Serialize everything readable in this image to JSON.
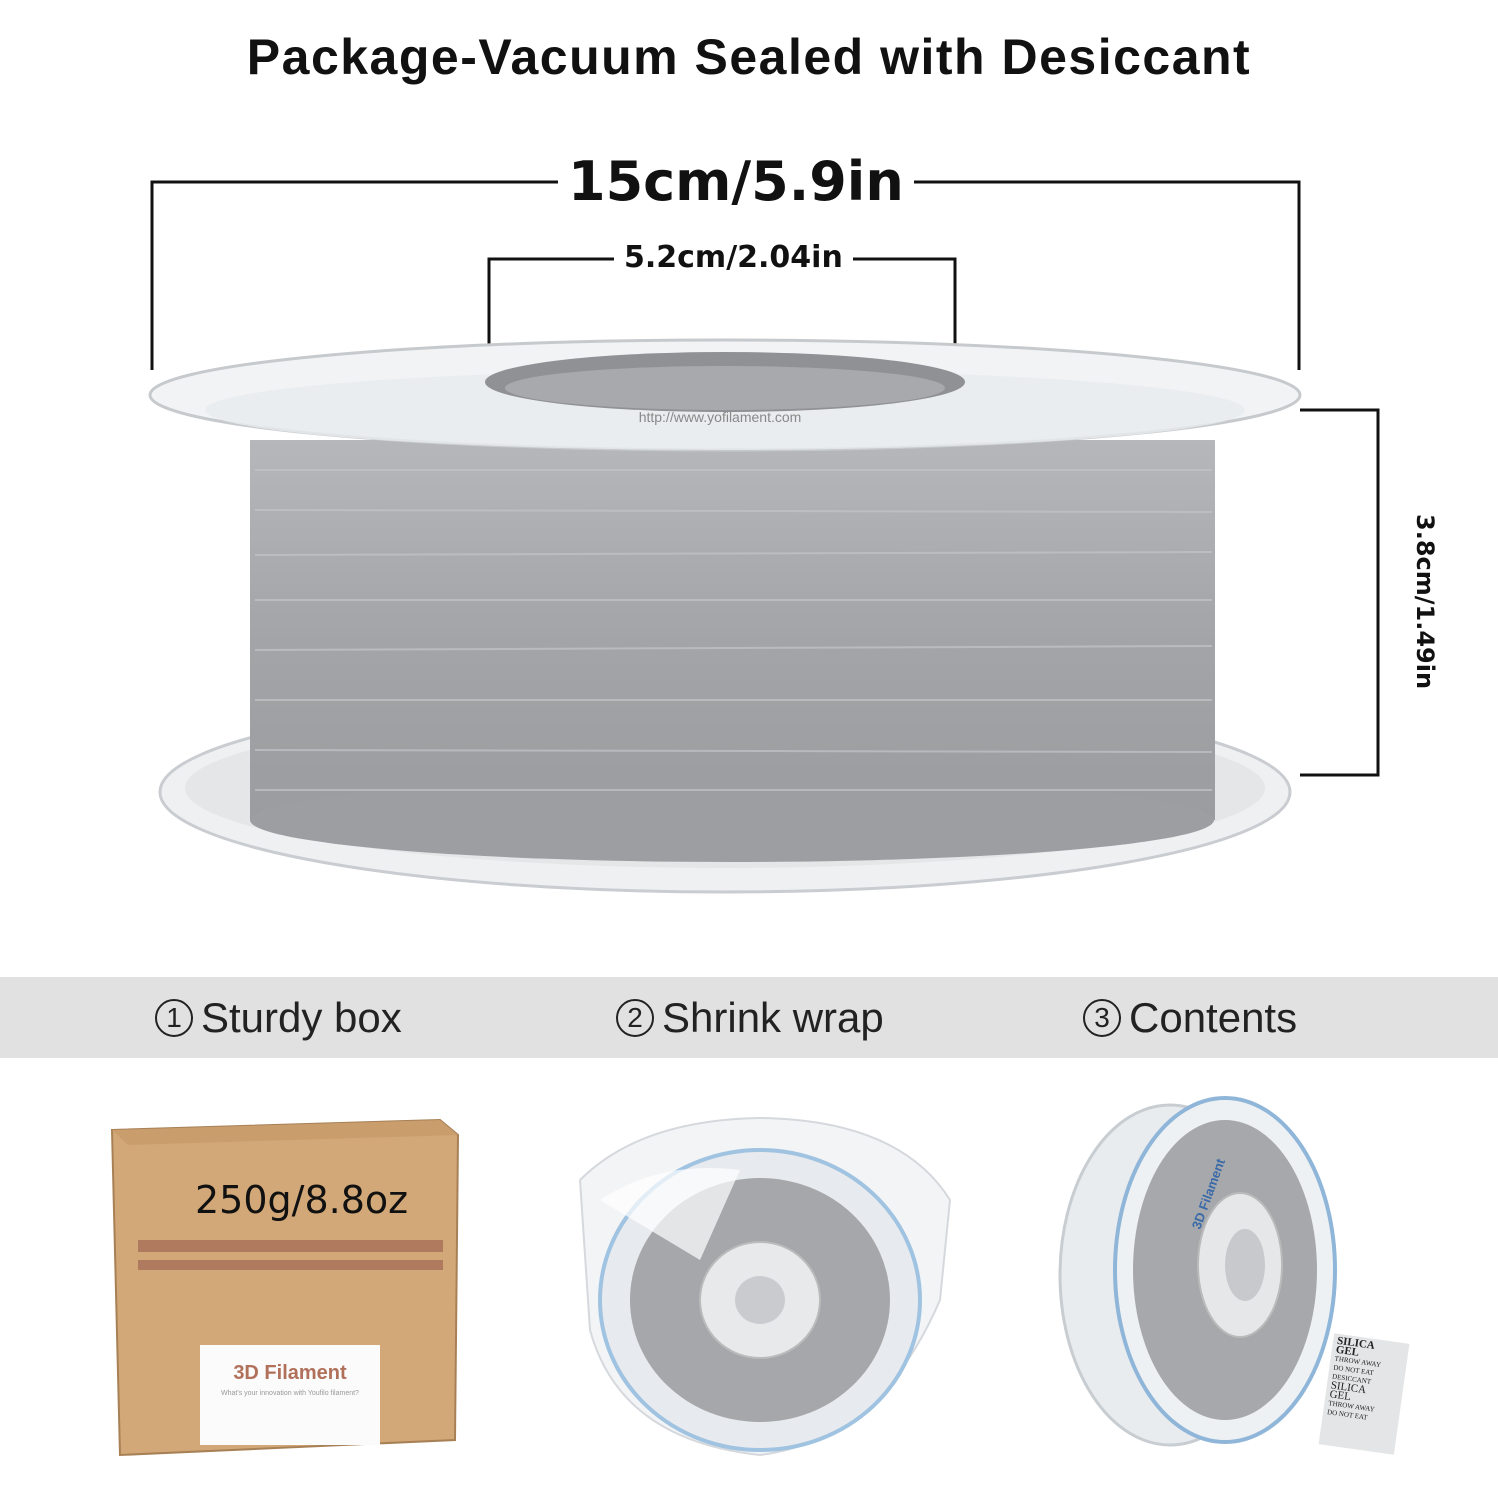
{
  "title": "Package-Vacuum Sealed with Desiccant",
  "dimensions": {
    "outer_diameter": "15cm/5.9in",
    "hub_diameter": "5.2cm/2.04in",
    "width": "3.8cm/1.49in"
  },
  "spool_label": "http://www.yofilament.com",
  "steps": [
    {
      "number": "1",
      "label": "Sturdy box"
    },
    {
      "number": "2",
      "label": "Shrink wrap"
    },
    {
      "number": "3",
      "label": "Contents"
    }
  ],
  "box": {
    "weight": "250g/8.8oz",
    "label_title": "3D Filament",
    "label_subtitle": "What's your innovation with Youfilo filament?"
  },
  "spool_print": "3D Filament",
  "desiccant": {
    "lines": [
      "SILICA",
      "GEL",
      "THROW AWAY",
      "DO NOT EAT",
      "DESICCANT",
      "SILICA",
      "GEL",
      "THROW AWAY",
      "DO NOT EAT"
    ]
  },
  "colors": {
    "filament": "#a9abae",
    "band": "#e1e1e1",
    "box": "#d3a878",
    "box_tape": "#b07a5e"
  }
}
